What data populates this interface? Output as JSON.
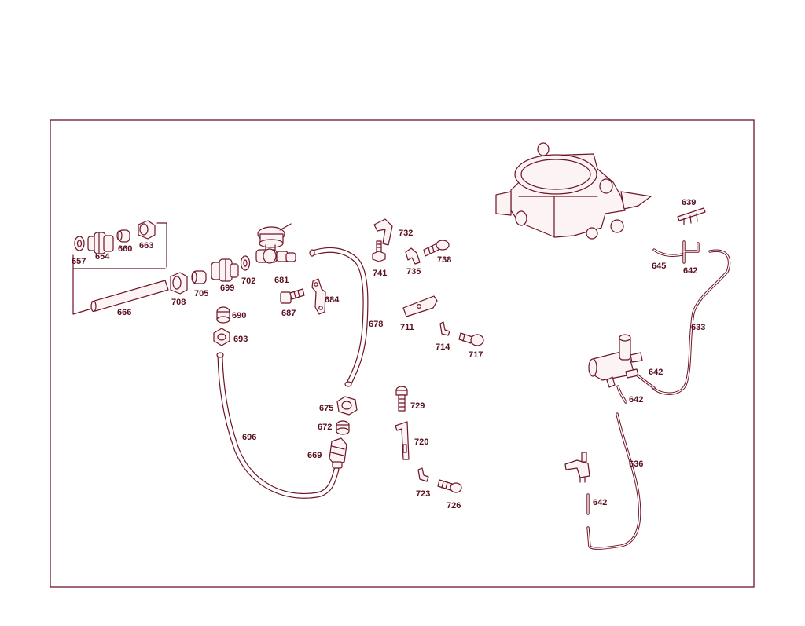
{
  "diagram": {
    "labels": {
      "p657": "657",
      "p654": "654",
      "p660": "660",
      "p663": "663",
      "p666": "666",
      "p708": "708",
      "p705": "705",
      "p699": "699",
      "p702": "702",
      "p681": "681",
      "p687": "687",
      "p684": "684",
      "p690": "690",
      "p693": "693",
      "p696": "696",
      "p678": "678",
      "p675": "675",
      "p672": "672",
      "p669": "669",
      "p732": "732",
      "p741": "741",
      "p735": "735",
      "p738": "738",
      "p711": "711",
      "p714": "714",
      "p717": "717",
      "p729": "729",
      "p720": "720",
      "p723": "723",
      "p726": "726",
      "p639": "639",
      "p645": "645",
      "p642a": "642",
      "p633": "633",
      "p642b": "642",
      "p642c": "642",
      "p636": "636",
      "p642d": "642"
    },
    "colors": {
      "line": "#6e1526",
      "label": "#5a0f1e",
      "frame": "#6e1526",
      "background": "#ffffff"
    }
  }
}
